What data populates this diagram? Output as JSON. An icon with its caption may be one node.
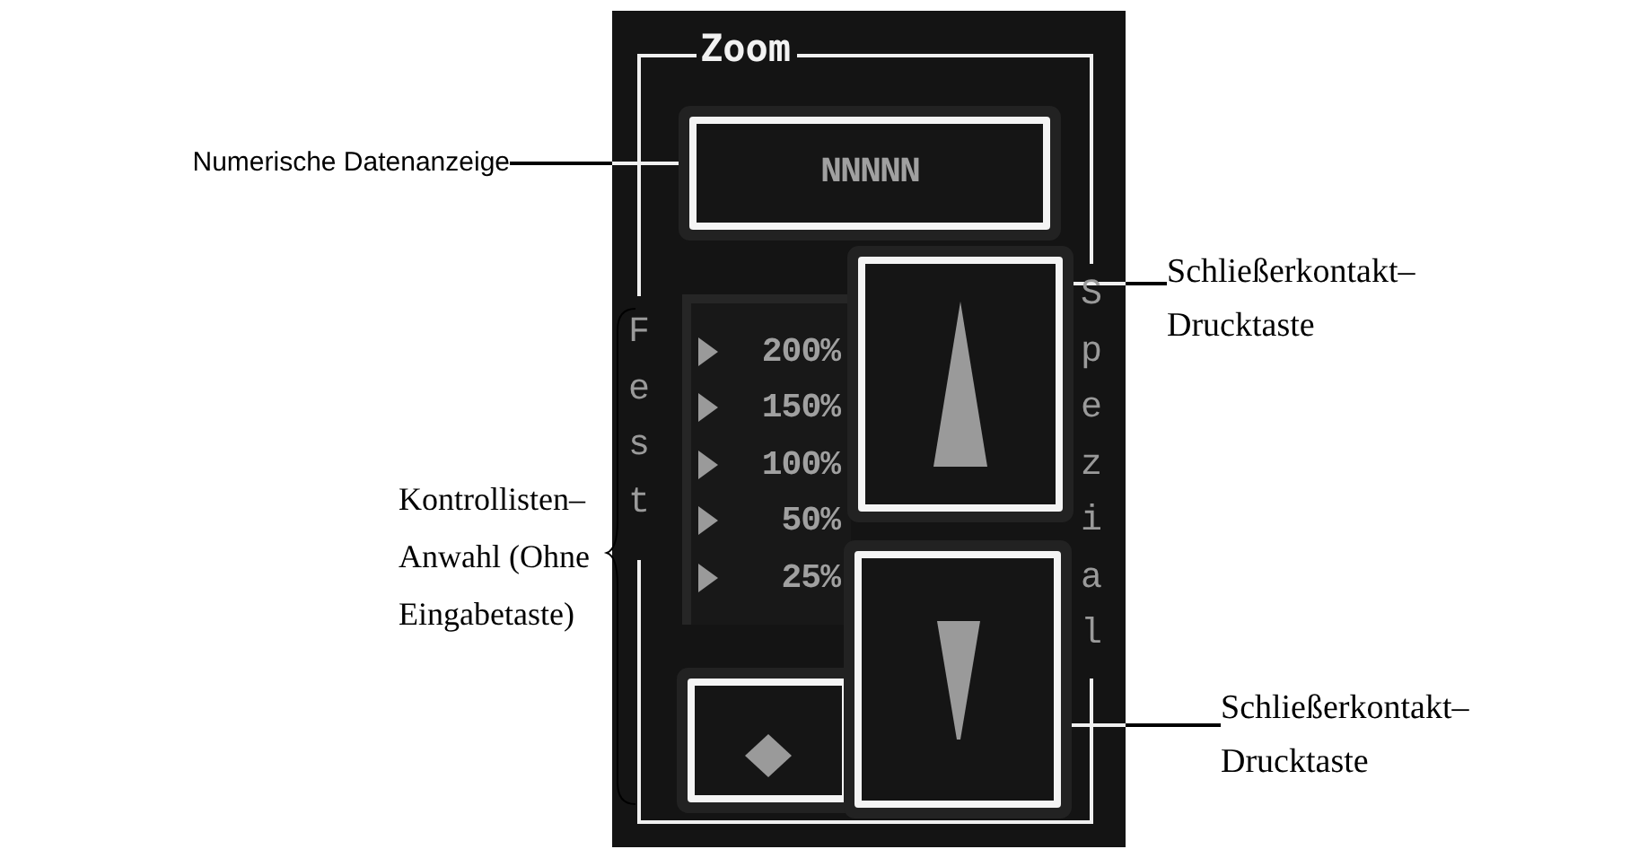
{
  "diagram": {
    "nodes": [
      {
        "text": [
          "Zoom",
          "Fest",
          "Spezial"
        ]
      },
      {
        "text": [
          "Numerische Datenanzeige"
        ]
      },
      {
        "text": [
          "NNNNN"
        ],
        "in": 0
      },
      {
        "text": [
          "Schließerkontakt– Drucktaste"
        ]
      },
      {
        "text": [
          "200%",
          "150%",
          "100%",
          "50%",
          "25%"
        ],
        "in": 0
      },
      {
        "text": [],
        "shape": "box",
        "in": 0
      },
      {
        "text": [],
        "shape": "box",
        "in": 0
      },
      {
        "text": [],
        "shape": "box",
        "in": 0
      },
      {
        "text": [
          "Schließerkontakt– Drucktaste"
        ]
      }
    ],
    "edges": [
      {
        "from": 1,
        "to": 2,
        "arrow": "none"
      },
      {
        "from": 3,
        "to": 5,
        "arrow": "none"
      },
      {
        "from": 8,
        "to": 7,
        "arrow": "none"
      }
    ],
    "labels": [
      "Kontrollisten– Anwahl (Ohne Eingabetaste)"
    ]
  }
}
